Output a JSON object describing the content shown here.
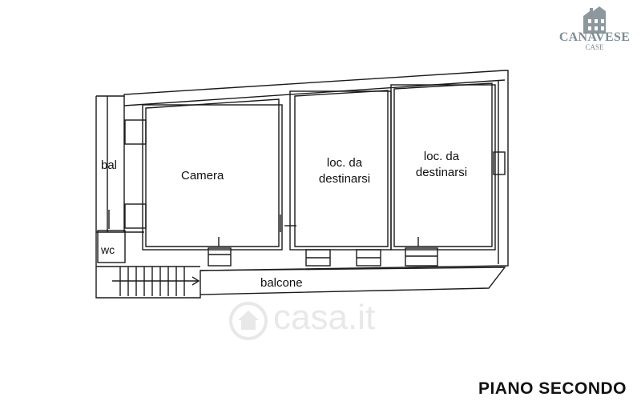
{
  "logo": {
    "brand": "CANAVESE",
    "sub": "CASE"
  },
  "rooms": {
    "bal": "bal",
    "wc": "wc",
    "camera": "Camera",
    "loc1_line1": "loc. da",
    "loc1_line2": "destinarsi",
    "loc2_line1": "loc. da",
    "loc2_line2": "destinarsi",
    "balcone": "balcone"
  },
  "floor_title": "PIANO SECONDO",
  "watermark": "casa.it",
  "colors": {
    "line": "#1a1a1a",
    "logo": "#7f8c95",
    "watermark": "#e8e8e8"
  }
}
